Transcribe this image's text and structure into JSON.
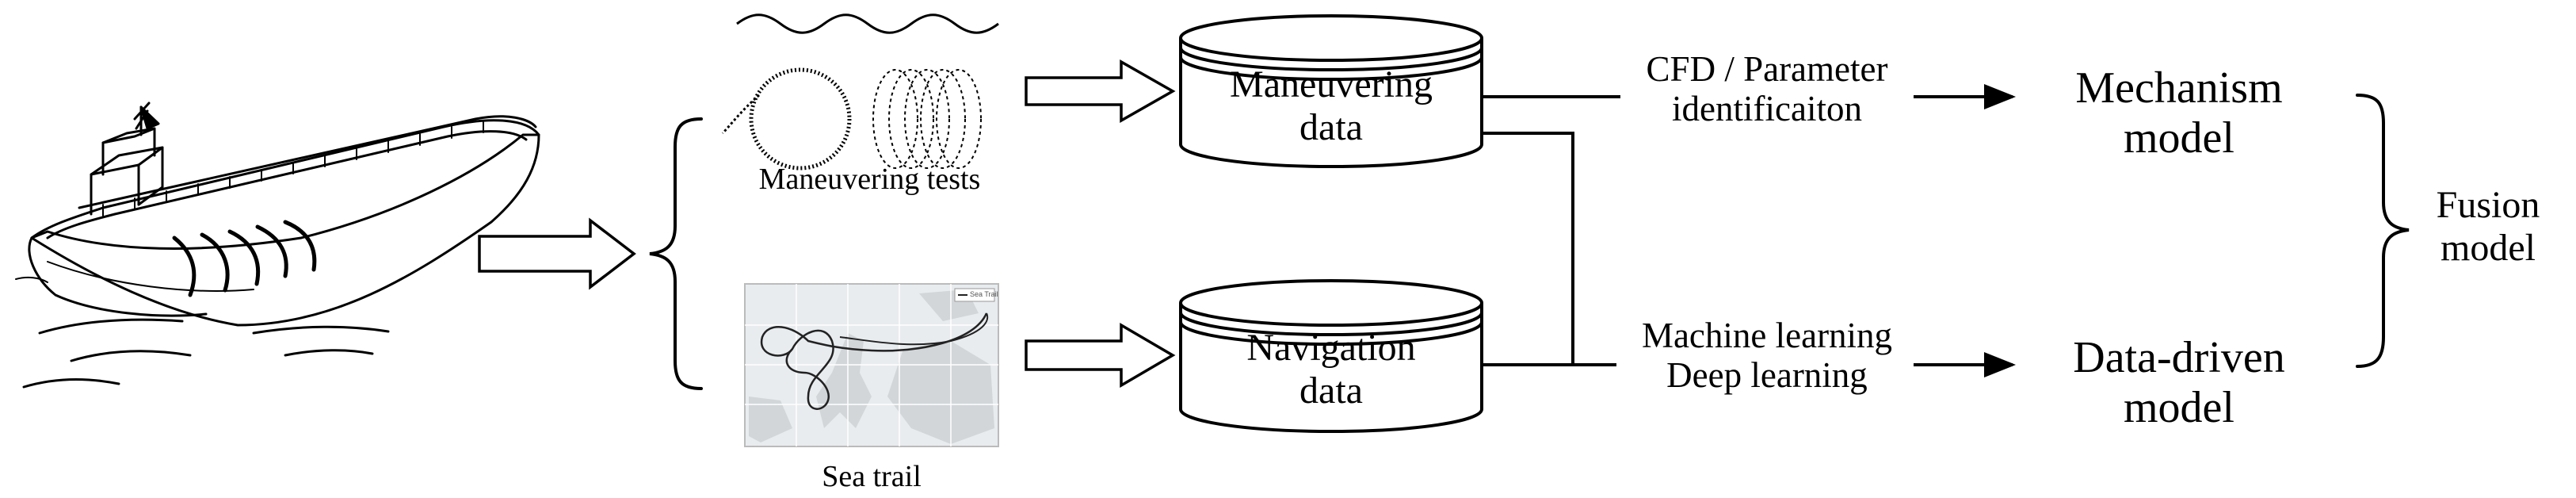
{
  "figure": {
    "source": {
      "name": "ship",
      "icon": "ship-icon"
    },
    "inputs": [
      {
        "caption": "Maneuvering tests",
        "icon": "maneuvering-tests-icon"
      },
      {
        "caption": "Sea trail",
        "icon": "sea-trail-map-icon",
        "map_legend": "Sea Trail"
      }
    ],
    "databases": [
      {
        "line1": "Maneuvering",
        "line2": "data"
      },
      {
        "line1": "Navigation",
        "line2": "data"
      }
    ],
    "edges": [
      {
        "line1": "CFD / Parameter",
        "line2": "identificaiton"
      },
      {
        "line1": "Machine learning",
        "line2": "Deep learning"
      }
    ],
    "models": [
      {
        "line1": "Mechanism",
        "line2": "model"
      },
      {
        "line1": "Data-driven",
        "line2": "model"
      }
    ],
    "fusion": {
      "line1": "Fusion",
      "line2": "model"
    }
  }
}
